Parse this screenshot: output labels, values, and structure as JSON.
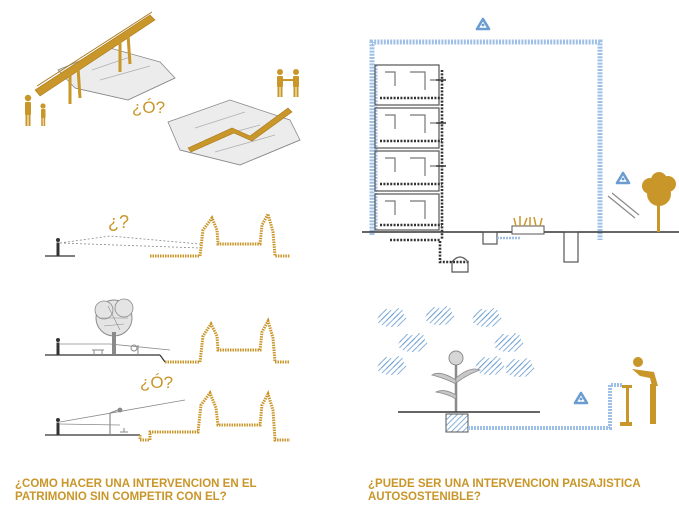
{
  "left_panel": {
    "q_alternative": "¿Ó?",
    "q_open": "¿?",
    "q_alternative_2": "¿Ó?",
    "caption_line1": "¿COMO HACER UNA INTERVENCION EN EL",
    "caption_line2": "PATRIMONIO SIN COMPETIR CON EL?"
  },
  "right_panel": {
    "caption_line1": "¿PUEDE SER UNA INTERVENCION PAISAJISTICA",
    "caption_line2": "AUTOSOSTENIBLE?"
  },
  "colors": {
    "gold": "#c9962a",
    "blue": "#6a9ccf",
    "dark": "#333333",
    "grey": "#8a8a8a",
    "light_grey": "#d6d6d6"
  },
  "icons": [
    "recycle-icon",
    "person-icon",
    "handshake-icon",
    "tree-icon",
    "cloud-icon",
    "drinking-fountain-icon",
    "street-lamp-icon",
    "water-tank-icon"
  ]
}
